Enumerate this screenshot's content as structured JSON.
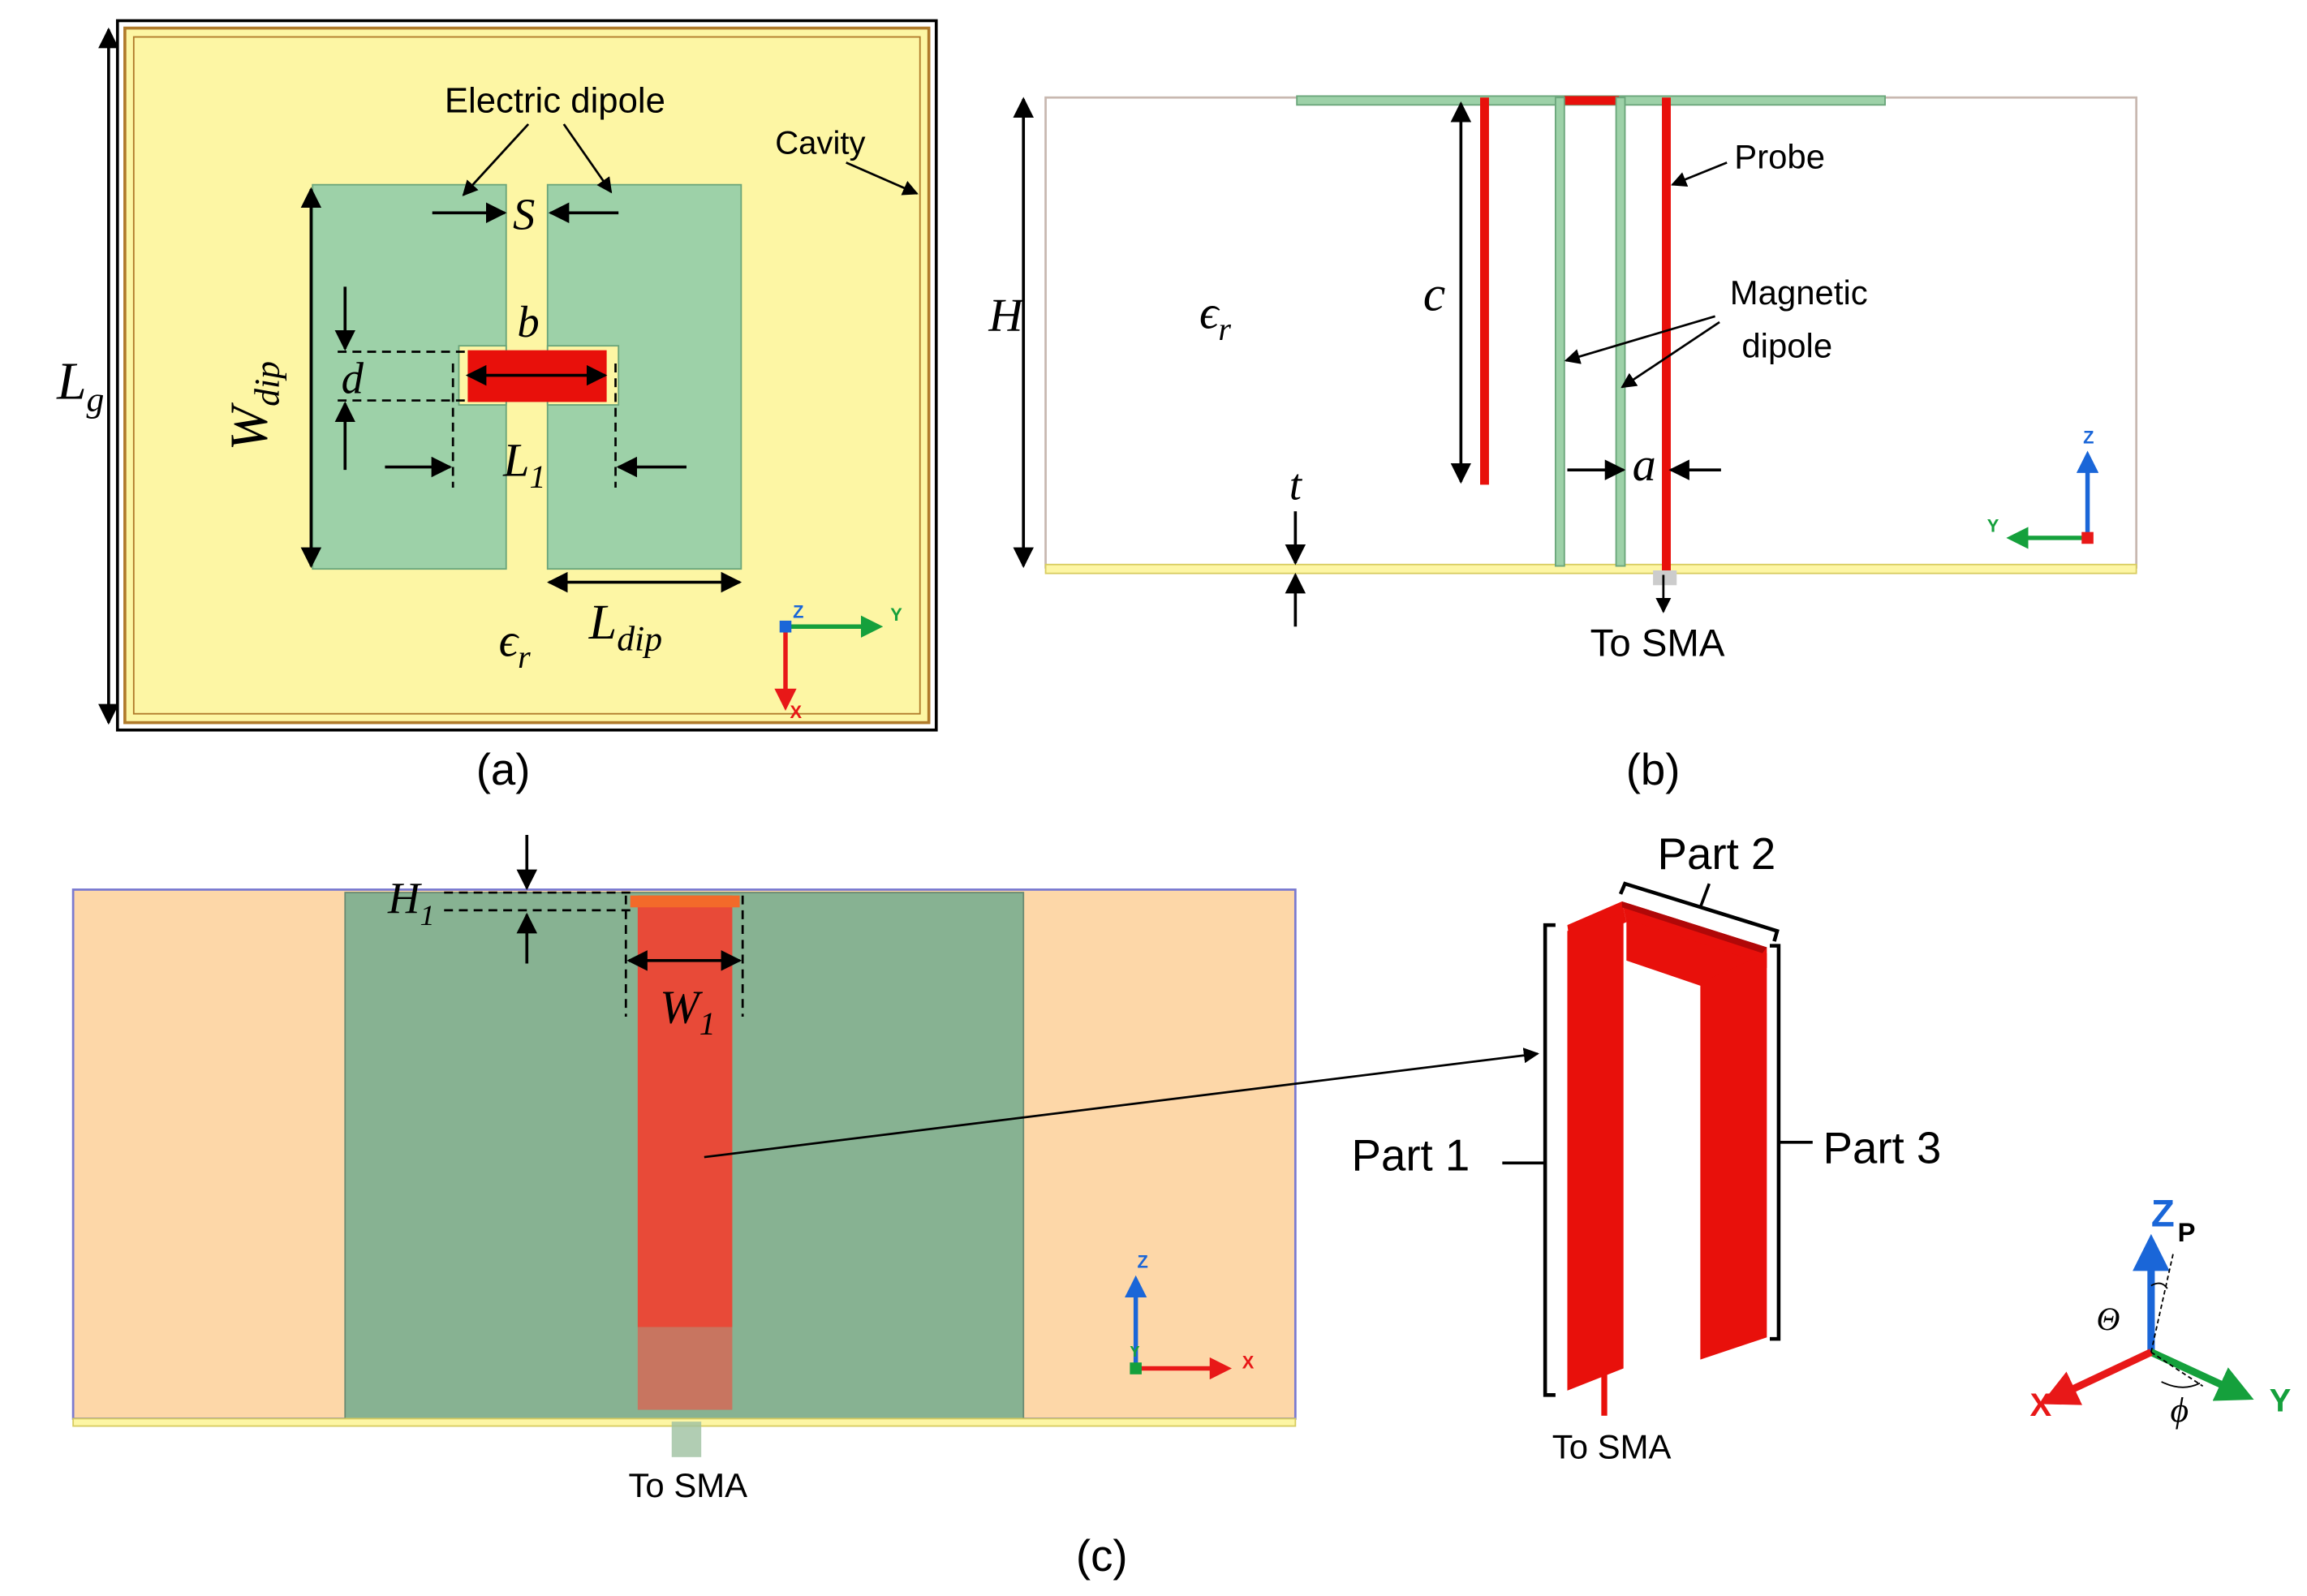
{
  "panel_a": {
    "caption": "(a)",
    "electric_dipole": "Electric dipole",
    "cavity": "Cavity",
    "S": "S",
    "b": "b",
    "d": "d",
    "W": "W",
    "W_sub": "dip",
    "L": "L",
    "L_sub": "g",
    "L1": "L",
    "L1_sub": "1",
    "Ldip": "L",
    "Ldip_sub": "dip",
    "eps": "ϵ",
    "eps_sub": "r",
    "axes": {
      "z": "Z",
      "y": "Y",
      "x": "X"
    }
  },
  "panel_b": {
    "caption": "(b)",
    "probe": "Probe",
    "magnetic_1": "Magnetic",
    "magnetic_2": "dipole",
    "H": "H",
    "eps": "ϵ",
    "eps_sub": "r",
    "c": "c",
    "t": "t",
    "a": "a",
    "to_sma": "To SMA",
    "axes": {
      "z": "Z",
      "y": "Y"
    }
  },
  "panel_c": {
    "caption": "(c)",
    "H1": "H",
    "H1_sub": "1",
    "W1": "W",
    "W1_sub": "1",
    "to_sma": "To SMA",
    "part1": "Part 1",
    "part2": "Part 2",
    "part3": "Part 3",
    "to_sma_3d": "To SMA",
    "axes": {
      "z": "Z",
      "y": "Y",
      "x": "X"
    },
    "coord": {
      "z": "Z",
      "p": "P",
      "theta": "Θ",
      "phi": "ϕ",
      "y": "Y",
      "x": "X"
    }
  },
  "colors": {
    "ground": "#fdf6a4",
    "dipole_green": "#9dd1a8",
    "probe_red": "#e8100b",
    "substrate_peach": "#fdd7a8",
    "dipole_dark_green": "#87b292",
    "probe_orange": "#e84a38",
    "axis_blue": "#1a66d8",
    "axis_green": "#15a03c",
    "axis_red": "#e81818"
  }
}
